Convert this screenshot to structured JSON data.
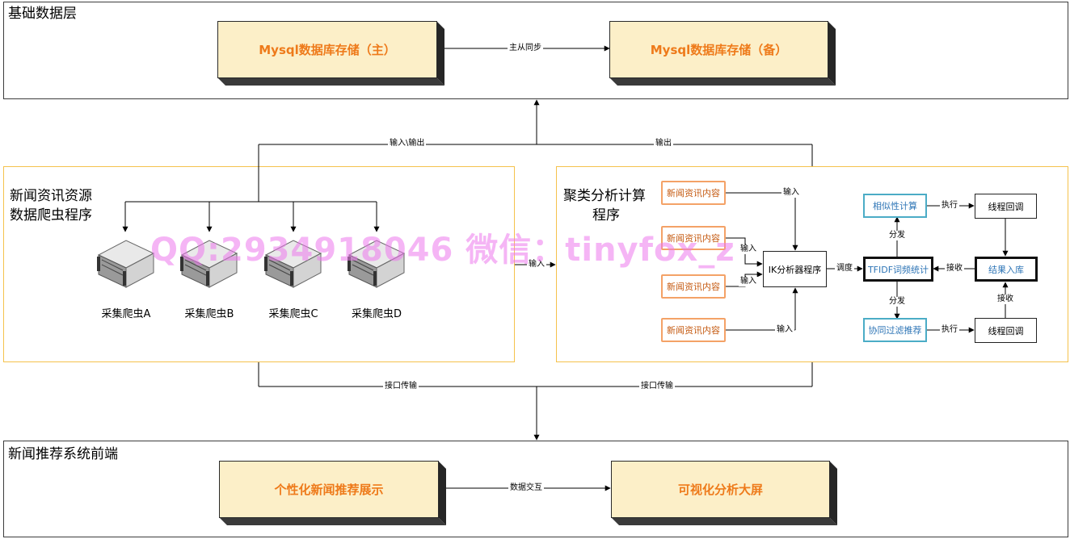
{
  "panels": {
    "data_layer": {
      "title": "基础数据层"
    },
    "crawler": {
      "title_line1": "新闻资讯资源",
      "title_line2": "数据爬虫程序"
    },
    "cluster": {
      "title_line1": "聚类分析计算",
      "title_line2": "程序"
    },
    "frontend": {
      "title": "新闻推荐系统前端"
    }
  },
  "data_layer": {
    "primary_db": "Mysql数据库存储（主）",
    "backup_db": "Mysql数据库存储（备）",
    "sync_label": "主从同步"
  },
  "crawler": {
    "servers": [
      {
        "label": "采集爬虫A"
      },
      {
        "label": "采集爬虫B"
      },
      {
        "label": "采集爬虫C"
      },
      {
        "label": "采集爬虫D"
      }
    ]
  },
  "cluster": {
    "news_items": [
      "新闻资讯内容",
      "新闻资讯内容",
      "新闻资讯内容",
      "新闻资讯内容"
    ],
    "analyzer": "IK分析器程序",
    "tfidf": "TFIDF词频统计",
    "similarity": "相似性计算",
    "collab_filter": "协同过滤推荐",
    "thread_callback_top": "线程回调",
    "thread_callback_bottom": "线程回调",
    "result_store": "结果入库"
  },
  "edge_labels": {
    "io": "输入\\输出",
    "output": "输出",
    "crawler_to_cluster": "输入",
    "input_1": "输入",
    "input_2": "输入",
    "input_3": "输入",
    "input_4": "输入",
    "dispatch_label": "调度",
    "distribute_up": "分发",
    "distribute_down": "分发",
    "execute_top": "执行",
    "execute_bottom": "执行",
    "receive_left": "接收",
    "receive_down": "接收",
    "interface_left": "接口传输",
    "interface_right": "接口传输",
    "data_exchange": "数据交互"
  },
  "frontend": {
    "personalized": "个性化新闻推荐展示",
    "dashboard": "可视化分析大屏"
  },
  "watermark": "QQ:2934918046 微信：tinyfox_z",
  "colors": {
    "block_fill": "#fcefc8",
    "block_text": "#ee7a1a",
    "gold_border": "#f5c24c",
    "orange_border": "#f4a267",
    "blue_border": "#4bacc6",
    "watermark": "#ec78ec"
  }
}
